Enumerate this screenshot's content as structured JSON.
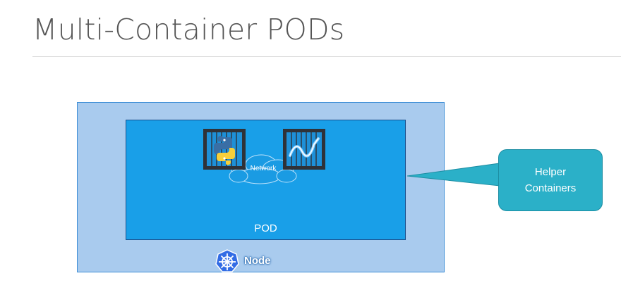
{
  "slide": {
    "title": "Multi-Container PODs"
  },
  "diagram": {
    "node_label": "Node",
    "pod_label": "POD",
    "network_label": "Network",
    "containers": [
      {
        "icon": "python-logo-icon"
      },
      {
        "icon": "wave-app-icon"
      }
    ],
    "callout": {
      "line1": "Helper",
      "line2": "Containers"
    }
  },
  "colors": {
    "node_fill": "#a9cbee",
    "pod_fill": "#199fe8",
    "callout_fill": "#2bb0c8",
    "container_fill": "#2f3238"
  }
}
